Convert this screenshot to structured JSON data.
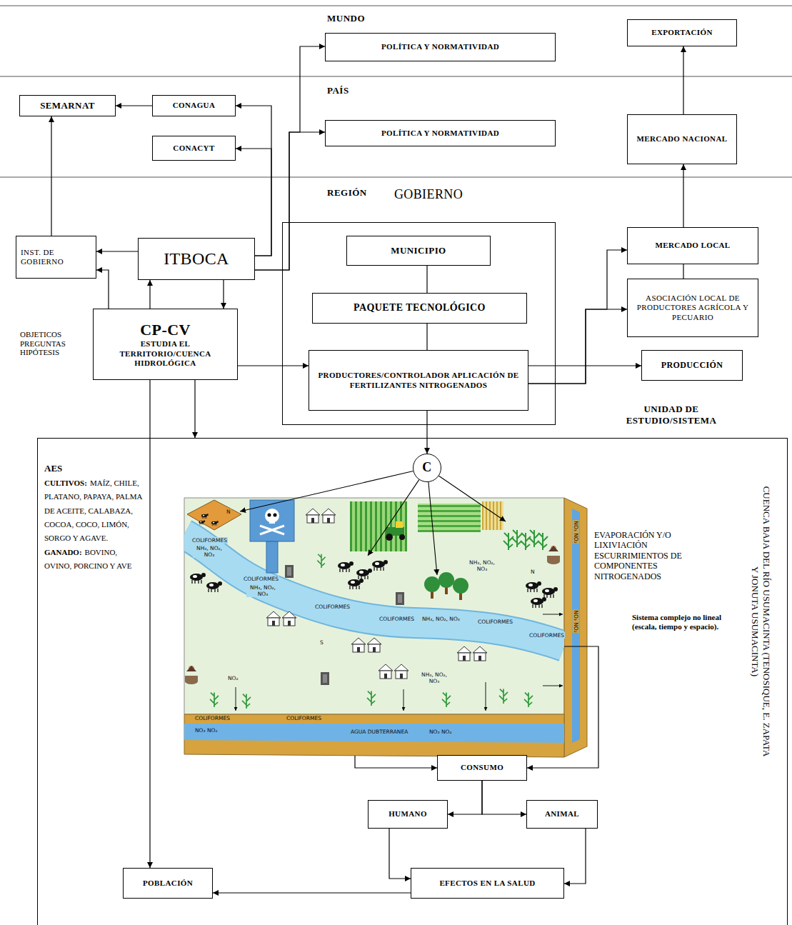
{
  "diagram": {
    "nodes": [
      {
        "text": [
          "POLÍTICA Y NORMATIVIDAD"
        ]
      },
      {
        "text": [
          "EXPORTACIÓN"
        ]
      },
      {
        "text": [
          "SEMARNAT"
        ]
      },
      {
        "text": [
          "CONAGUA"
        ]
      },
      {
        "text": [
          "POLÍTICA Y NORMATIVIDAD"
        ]
      },
      {
        "text": [
          "MERCADO NACIONAL"
        ]
      },
      {
        "text": [
          "CONACYT"
        ]
      },
      {
        "text": [
          "INST. DE GOBIERNO"
        ]
      },
      {
        "text": [
          "ITBOCA"
        ]
      },
      {
        "text": [
          "GOBIERNO"
        ]
      },
      {
        "text": [
          "MUNICIPIO"
        ],
        "in": 9
      },
      {
        "text": [
          "PAQUETE TECNOLÓGICO"
        ],
        "in": 9
      },
      {
        "text": [
          "PRODUCTORES/CONTROLADOR APLICACIÓN DE FERTILIZANTES NITROGENADOS"
        ],
        "in": 9
      },
      {
        "text": [
          "MERCADO LOCAL"
        ]
      },
      {
        "text": [
          "ASOCIACIÓN LOCAL DE PRODUCTORES AGRÍCOLA Y PECUARIO"
        ]
      },
      {
        "text": [
          "CP-CV",
          "ESTUDIA EL TERRITORIO/CUENCA HIDROLÓGICA"
        ]
      },
      {
        "text": [
          "PRODUCCIÓN"
        ]
      },
      {
        "text": [
          "UNIDAD DE ESTUDIO/SISTEMA"
        ]
      },
      {
        "text": [
          "C"
        ],
        "in": 17
      },
      {
        "text": [
          "CONSUMO"
        ],
        "in": 17
      },
      {
        "text": [
          "HUMANO"
        ],
        "in": 17
      },
      {
        "text": [
          "ANIMAL"
        ],
        "in": 17
      },
      {
        "text": [
          "POBLACIÓN"
        ],
        "in": 17
      },
      {
        "text": [
          "EFECTOS EN LA SALUD"
        ],
        "in": 17
      }
    ],
    "edges": [
      {
        "from": 3,
        "to": 2,
        "arrow": "to"
      },
      {
        "from": 7,
        "to": 2,
        "arrow": "to"
      },
      {
        "from": 8,
        "to": 7,
        "arrow": "to"
      },
      {
        "from": 15,
        "to": 7,
        "arrow": "to"
      },
      {
        "from": 15,
        "to": 8,
        "arrow": "to"
      },
      {
        "from": 8,
        "to": 15,
        "arrow": "to"
      },
      {
        "from": 8,
        "to": 3,
        "arrow": "to"
      },
      {
        "from": 8,
        "to": 6,
        "arrow": "to"
      },
      {
        "from": 8,
        "to": 4,
        "arrow": "to"
      },
      {
        "from": 8,
        "to": 0,
        "arrow": "to"
      },
      {
        "from": 10,
        "to": 11,
        "arrow": "none"
      },
      {
        "from": 11,
        "to": 12,
        "arrow": "none"
      },
      {
        "from": 15,
        "to": 12,
        "arrow": "to"
      },
      {
        "from": 12,
        "to": 13,
        "arrow": "to"
      },
      {
        "from": 12,
        "to": 14,
        "arrow": "to"
      },
      {
        "from": 12,
        "to": 16,
        "arrow": "to"
      },
      {
        "from": 14,
        "to": 13,
        "arrow": "none"
      },
      {
        "from": 13,
        "to": 5,
        "arrow": "to"
      },
      {
        "from": 5,
        "to": 1,
        "arrow": "to"
      },
      {
        "from": 12,
        "to": 18,
        "arrow": "to"
      },
      {
        "from": 15,
        "to": 17,
        "arrow": "to"
      },
      {
        "from": 15,
        "to": 22,
        "arrow": "to"
      },
      {
        "from": 19,
        "to": 20,
        "arrow": "to"
      },
      {
        "from": 19,
        "to": 21,
        "arrow": "to"
      },
      {
        "from": 20,
        "to": 23,
        "arrow": "to"
      },
      {
        "from": 21,
        "to": 23,
        "arrow": "to"
      },
      {
        "from": 23,
        "to": 22,
        "arrow": "to"
      }
    ],
    "labels": [
      "MUNDO",
      "PAÍS",
      "REGIÓN",
      "OBJETICOS PREGUNTAS HIPÓTESIS",
      "AES",
      "CULTIVOS:",
      "MAÍZ, CHILE, PLATANO, PAPAYA, PALMA DE ACEITE, CALABAZA, COCOA, COCO, LIMÓN, SORGO Y AGAVE.",
      "GANADO:",
      "BOVINO, OVINO, PORCINO Y AVE",
      "EVAPORACIÓN Y/O LIXIVIACIÓN ESCURRIMIENTOS DE COMPONENTES NITROGENADOS",
      "Sistema complejo no lineal (escala, tiempo y espacio).",
      "CUENCA BAJA DEL RÍO USUMACINTA (TENOSIQUE, E. ZAPATA Y JONUTA USUMACINTA)",
      "N",
      "COLIFORMES",
      "NH₃, NO₂, NO₃",
      "COLIFORMES",
      "NH₃, NO₂, NO₃",
      "NH₃, NO₂, NO₃",
      "N",
      "COLIFORMES",
      "COLIFORMES",
      "NH₃, NO₂, NO₃",
      "COLIFORMES",
      "S",
      "COLIFORMES",
      "NH₃, NO₂, NO₃",
      "NO₂",
      "COLIFORMES",
      "NO₃ NO₂",
      "COLIFORMES",
      "AGUA DUBTERRANEA",
      "NO₃ NO₂",
      "NO₃ NO₂",
      "NO₃ NO₂"
    ]
  }
}
